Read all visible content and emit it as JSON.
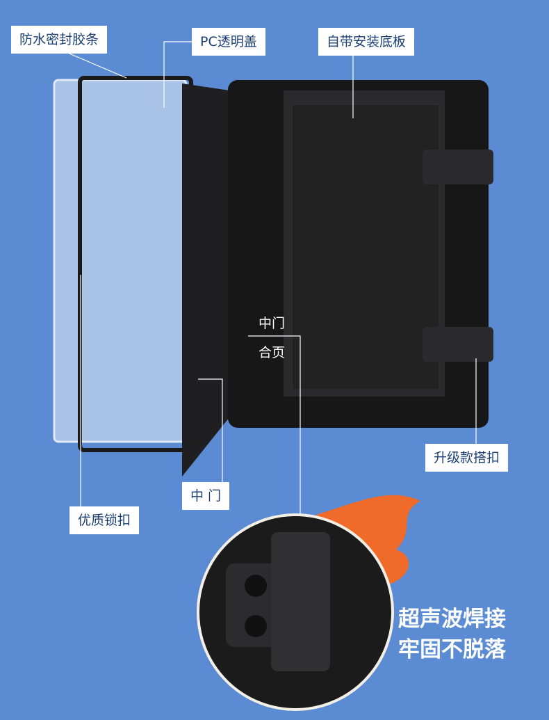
{
  "labels": {
    "seal_strip": "防水密封胶条",
    "pc_cover": "PC透明盖",
    "mount_plate": "自带安装底板",
    "hinge_line1": "中门",
    "hinge_line2": "合页",
    "latch": "升级款搭扣",
    "middle_door": "中 门",
    "lock": "优质锁扣",
    "slogan_line1": "超声波焊接",
    "slogan_line2": "牢固不脱落"
  },
  "colors": {
    "background": "#5b8bd2",
    "label_text": "#1d3f73",
    "flame": "#f06a2a"
  }
}
